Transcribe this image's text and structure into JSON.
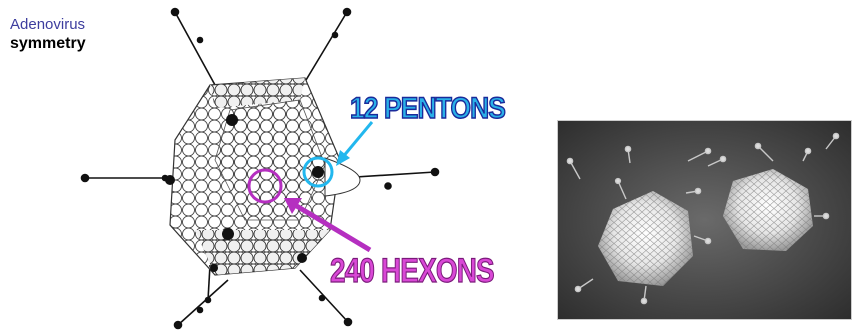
{
  "header": {
    "line1": "Adenovirus",
    "line2": "symmetry"
  },
  "labels": {
    "pentons": "12 PENTONS",
    "hexons": "240 HEXONS"
  },
  "colors": {
    "penton_accent": "#2ab0e8",
    "hexon_accent": "#cc33cc",
    "title_blue": "#3d3d9e"
  }
}
